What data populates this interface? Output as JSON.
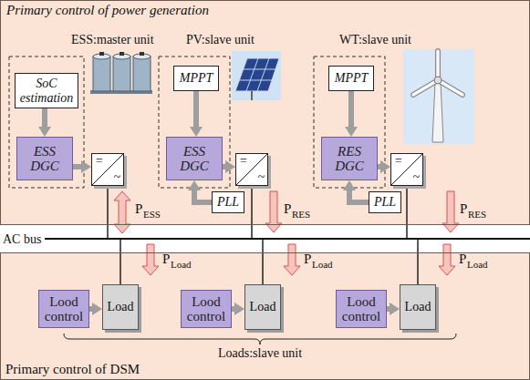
{
  "diagram": {
    "nodes": [
      {
        "text": [
          "Primary control of power generation"
        ]
      },
      {
        "text": [
          "SoC estimation"
        ],
        "in": 0
      },
      {
        "text": [
          "ESS DGC"
        ],
        "in": 0
      },
      {
        "text": [
          "=",
          "~"
        ],
        "in": 0
      },
      {
        "text": [
          "MPPT"
        ],
        "in": 0
      },
      {
        "text": [
          "ESS DGC"
        ],
        "in": 0
      },
      {
        "text": [
          "=",
          "~"
        ],
        "in": 0
      },
      {
        "text": [
          "PLL"
        ],
        "in": 0
      },
      {
        "text": [
          "MPPT"
        ],
        "in": 0
      },
      {
        "text": [
          "RES DGC"
        ],
        "in": 0
      },
      {
        "text": [
          "=",
          "~"
        ],
        "in": 0
      },
      {
        "text": [
          "PLL"
        ],
        "in": 0
      },
      {
        "text": [
          "AC bus"
        ]
      },
      {
        "text": [
          "Primary control of DSM"
        ]
      },
      {
        "text": [
          "Lood control"
        ],
        "in": 13
      },
      {
        "text": [
          "Load"
        ],
        "in": 13
      },
      {
        "text": [
          "Lood control"
        ],
        "in": 13
      },
      {
        "text": [
          "Load"
        ],
        "in": 13
      },
      {
        "text": [
          "Lood control"
        ],
        "in": 13
      },
      {
        "text": [
          "Load"
        ],
        "in": 13
      }
    ],
    "edges": [
      {
        "from": 1,
        "to": 2,
        "arrow": "to"
      },
      {
        "from": 2,
        "to": 3,
        "arrow": "to"
      },
      {
        "from": 3,
        "to": 12,
        "arrow": "none"
      },
      {
        "from": 4,
        "to": 5,
        "arrow": "to"
      },
      {
        "from": 5,
        "to": 6,
        "arrow": "to"
      },
      {
        "from": 7,
        "to": 5,
        "arrow": "to"
      },
      {
        "from": 6,
        "to": 12,
        "arrow": "none"
      },
      {
        "from": 8,
        "to": 9,
        "arrow": "to"
      },
      {
        "from": 9,
        "to": 10,
        "arrow": "to"
      },
      {
        "from": 11,
        "to": 9,
        "arrow": "to"
      },
      {
        "from": 10,
        "to": 12,
        "arrow": "none"
      },
      {
        "from": 12,
        "to": 15,
        "arrow": "none"
      },
      {
        "from": 14,
        "to": 15,
        "arrow": "to"
      },
      {
        "from": 12,
        "to": 17,
        "arrow": "none"
      },
      {
        "from": 16,
        "to": 17,
        "arrow": "to"
      },
      {
        "from": 12,
        "to": 19,
        "arrow": "none"
      },
      {
        "from": 18,
        "to": 19,
        "arrow": "to"
      }
    ],
    "labels": [
      "ESS:master unit",
      "PV:slave unit",
      "WT:slave unit",
      "P",
      "ESS",
      "P",
      "RES",
      "P",
      "RES",
      "P",
      "Load",
      "P",
      "Load",
      "P",
      "Load",
      "Loads:slave unit"
    ]
  }
}
